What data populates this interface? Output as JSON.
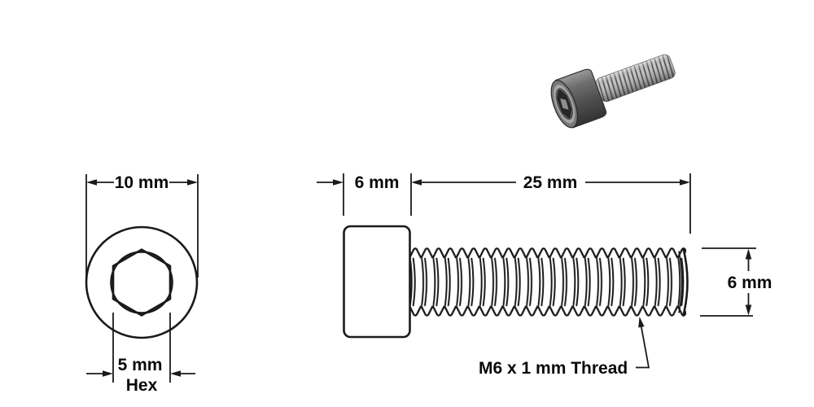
{
  "figure": {
    "end_view": {
      "head_diameter": "10 mm",
      "socket_width": "5 mm",
      "socket_type": "Hex"
    },
    "side_view": {
      "head_length": "6 mm",
      "thread_length": "25 mm",
      "thread_diameter": "6 mm",
      "thread_callout": "M6 x 1 mm Thread"
    },
    "colors": {
      "background": "#ffffff",
      "line": "#1a1a1a",
      "text": "#0a0a0a",
      "screw_head_gray": "#5f5f5f",
      "screw_thread_light": "#c6c6c6",
      "screw_thread_dark": "#4f4f4f"
    }
  }
}
